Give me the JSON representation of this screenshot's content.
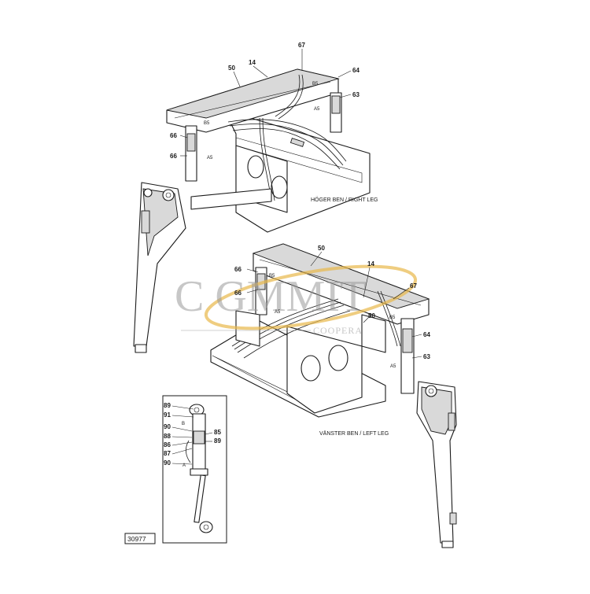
{
  "drawing": {
    "number": "30977",
    "top_caption": "HÖGER BEN / RIGHT LEG",
    "bottom_caption": "VÄNSTER BEN / LEFT LEG"
  },
  "watermark": {
    "brand": "C GMMIT",
    "tagline": "COOPERA"
  },
  "top_view": {
    "callouts": [
      "50",
      "14",
      "67",
      "64",
      "63",
      "66",
      "66"
    ],
    "ports": [
      "B5",
      "B5",
      "A5",
      "A5"
    ]
  },
  "bottom_view": {
    "callouts": [
      "50",
      "14",
      "67",
      "66",
      "66",
      "50",
      "64",
      "63"
    ],
    "ports": [
      "B5",
      "A5",
      "B5",
      "A5"
    ]
  },
  "detail_view": {
    "callouts": [
      "89",
      "91",
      "90",
      "88",
      "86",
      "87",
      "90",
      "85",
      "89"
    ],
    "ports": [
      "B",
      "A"
    ]
  },
  "colors": {
    "ink": "#1a1a1a",
    "watermark_gold": "#e8b84a",
    "watermark_gray": "#9a9a9a"
  }
}
